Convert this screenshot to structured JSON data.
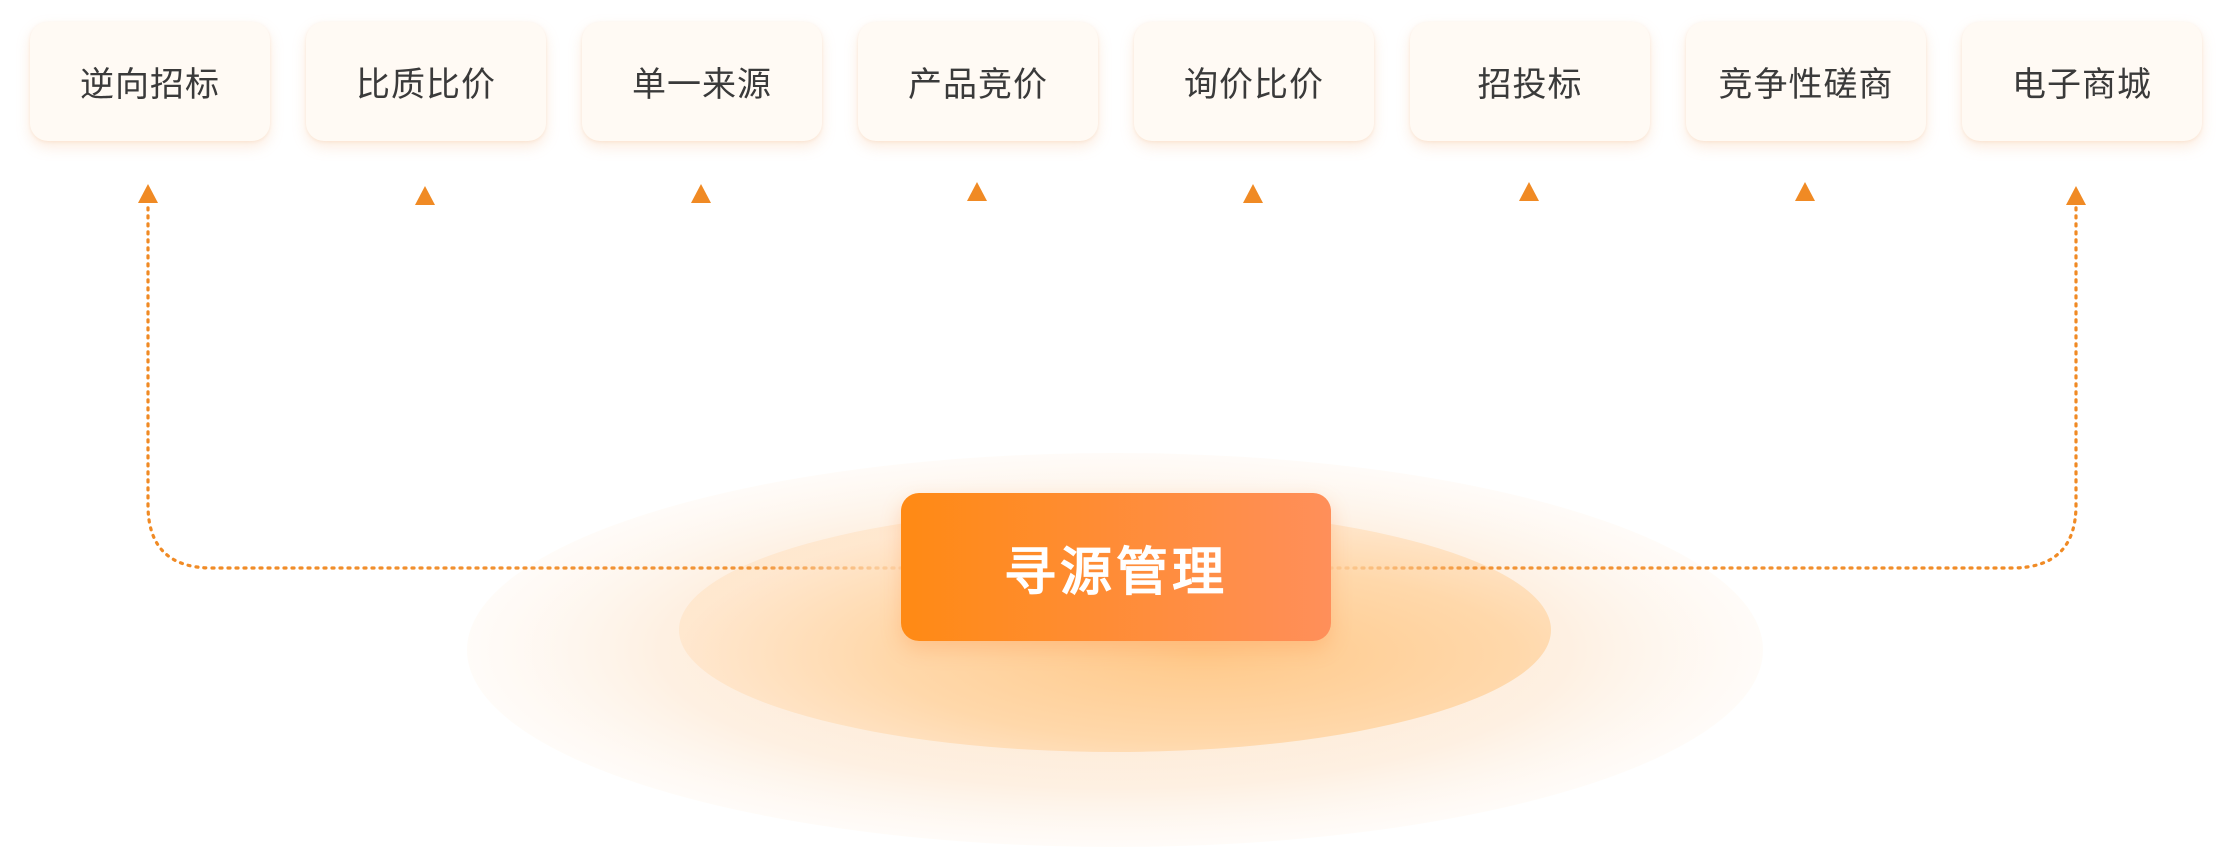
{
  "center": {
    "label": "寻源管理"
  },
  "methods": [
    {
      "label": "逆向招标"
    },
    {
      "label": "比质比价"
    },
    {
      "label": "单一来源"
    },
    {
      "label": "产品竞价"
    },
    {
      "label": "询价比价"
    },
    {
      "label": "招投标"
    },
    {
      "label": "竞争性磋商"
    },
    {
      "label": "电子商城"
    }
  ],
  "colors": {
    "accent": "#f08a24",
    "center_gradient_start": "#ff8a14",
    "center_gradient_end": "#ff8f5a",
    "box_background": "#fffaf4",
    "label_text": "#3a3a3a"
  }
}
